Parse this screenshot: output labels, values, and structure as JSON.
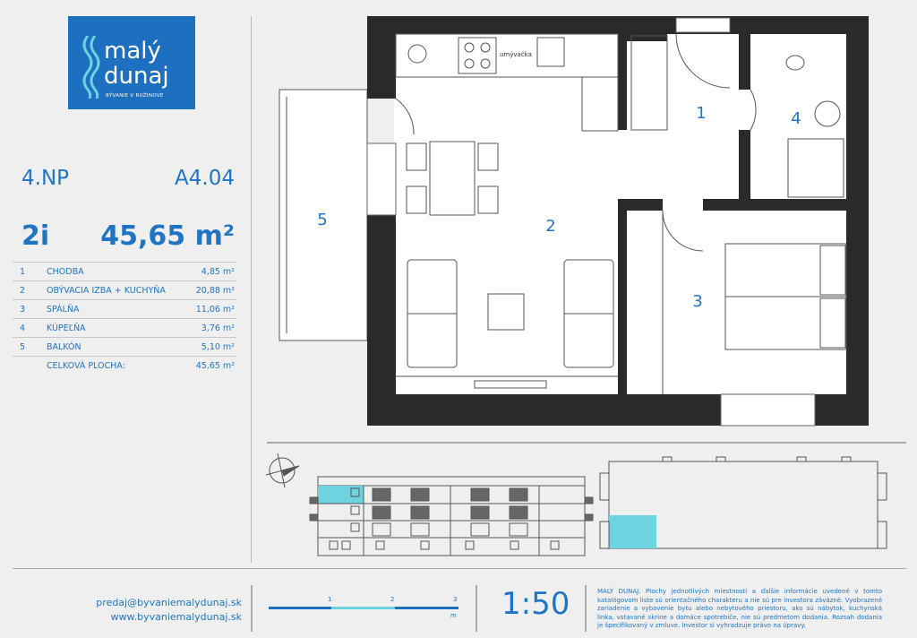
{
  "logo": {
    "line1": "malý",
    "line2": "dunaj",
    "tagline": "BÝVANIE V RUŽINOVE"
  },
  "unit": {
    "floor": "4.NP",
    "code": "A4.04",
    "type": "2i",
    "area": "45,65 m²"
  },
  "rooms": [
    {
      "no": "1",
      "name": "CHODBA",
      "area": "4,85 m²"
    },
    {
      "no": "2",
      "name": "OBÝVACIA IZBA + KUCHYŇA",
      "area": "20,88 m²"
    },
    {
      "no": "3",
      "name": "SPÁLŇA",
      "area": "11,06 m²"
    },
    {
      "no": "4",
      "name": "KÚPEĽŇA",
      "area": "3,76 m²"
    },
    {
      "no": "5",
      "name": "BALKÓN",
      "area": "5,10 m²"
    }
  ],
  "total": {
    "label": "CELKOVÁ PLOCHA:",
    "area": "45,65 m²"
  },
  "plan": {
    "labels": [
      "1",
      "2",
      "3",
      "4",
      "5"
    ],
    "dishwasher": "umývačka"
  },
  "footer": {
    "email": "predaj@byvaniemalydunaj.sk",
    "web": "www.byvaniemalydunaj.sk",
    "scale_ticks": [
      "1",
      "2",
      "3"
    ],
    "scale_unit": "m",
    "scale": "1:50",
    "disclaimer": "MALÝ DUNAJ. Plochy jednotlivých miestností a ďalšie informácie uvedené v tomto katalógovom liste sú orientačného charakteru a nie sú pre investora záväzné. Vyobrazené zariadenie a vybavenie bytu alebo nebytového priestoru, ako sú nábytok, kuchynská linka, vstavané skrine a domáce spotrebiče, nie sú predmetom dodania. Rozsah dodania je špecifikovaný v zmluve. Investor si vyhradzuje právo na úpravy."
  },
  "colors": {
    "blue": "#1d6fc0",
    "cyan": "#6dd3e0",
    "bg": "#efefef",
    "wall": "#2a2a2a"
  }
}
